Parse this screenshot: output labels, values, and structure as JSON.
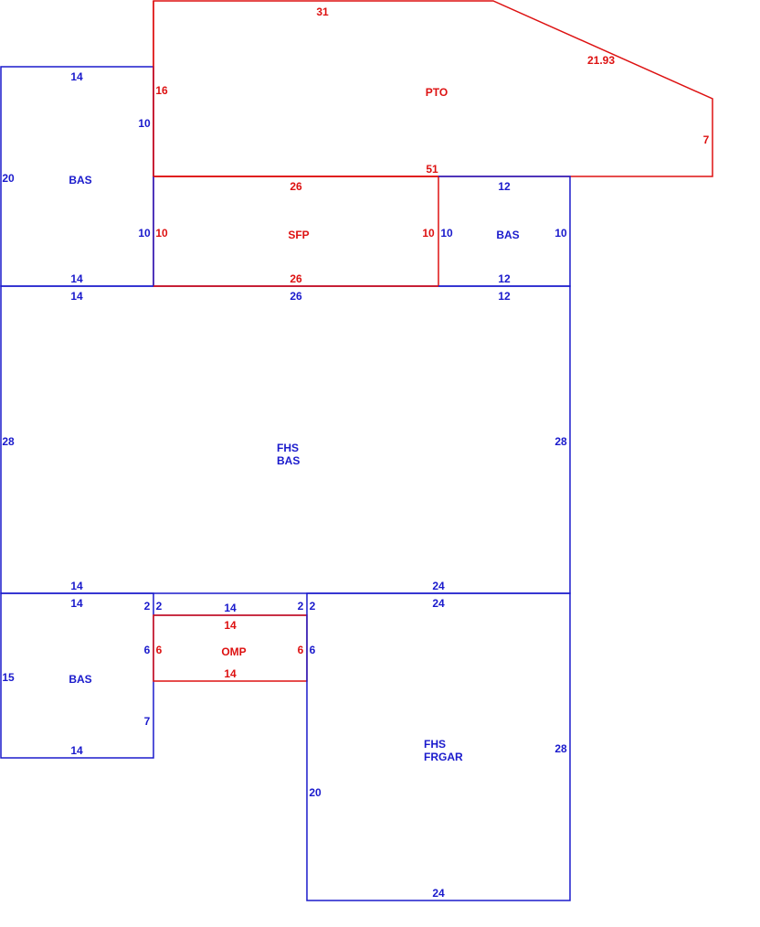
{
  "colors": {
    "blue": "#1a1acc",
    "red": "#dd1111"
  },
  "areas": {
    "pto": "PTO",
    "sfp": "SFP",
    "omp": "OMP",
    "bas_top_left": "BAS",
    "bas_top_right": "BAS",
    "bas_bottom_left": "BAS",
    "main_line1": "FHS",
    "main_line2": "BAS",
    "garage_line1": "FHS",
    "garage_line2": "FRGAR"
  },
  "dims": {
    "pto_top": "31",
    "pto_diag": "21.93",
    "pto_right": "7",
    "pto_left": "16",
    "pto_bottom": "51",
    "bas_tl_top": "14",
    "bas_tl_left": "20",
    "bas_tl_right_upper": "10",
    "bas_tl_right_lower": "10",
    "bas_tl_bottom": "14",
    "sfp_top": "26",
    "sfp_left": "10",
    "sfp_right": "10",
    "sfp_bottom": "26",
    "bas_tr_top": "12",
    "bas_tr_left": "10",
    "bas_tr_right": "10",
    "bas_tr_bottom": "12",
    "main_top_left": "14",
    "main_top_mid": "26",
    "main_top_right": "12",
    "main_left": "28",
    "main_right": "28",
    "main_bottom_left": "14",
    "main_bottom_right": "24",
    "bas_bl_top": "14",
    "bas_bl_left": "15",
    "bas_bl_right_top": "2",
    "bas_bl_right_mid": "6",
    "bas_bl_right_low": "7",
    "bas_bl_bottom": "14",
    "omp_outer_left": "2",
    "omp_top_blue": "14",
    "omp_outer_right": "2",
    "omp_top_red": "14",
    "omp_left": "6",
    "omp_right": "6",
    "omp_bottom": "14",
    "gar_top": "24",
    "gar_left_top": "2",
    "gar_left_mid": "6",
    "gar_left": "20",
    "gar_right": "28",
    "gar_bottom": "24"
  }
}
